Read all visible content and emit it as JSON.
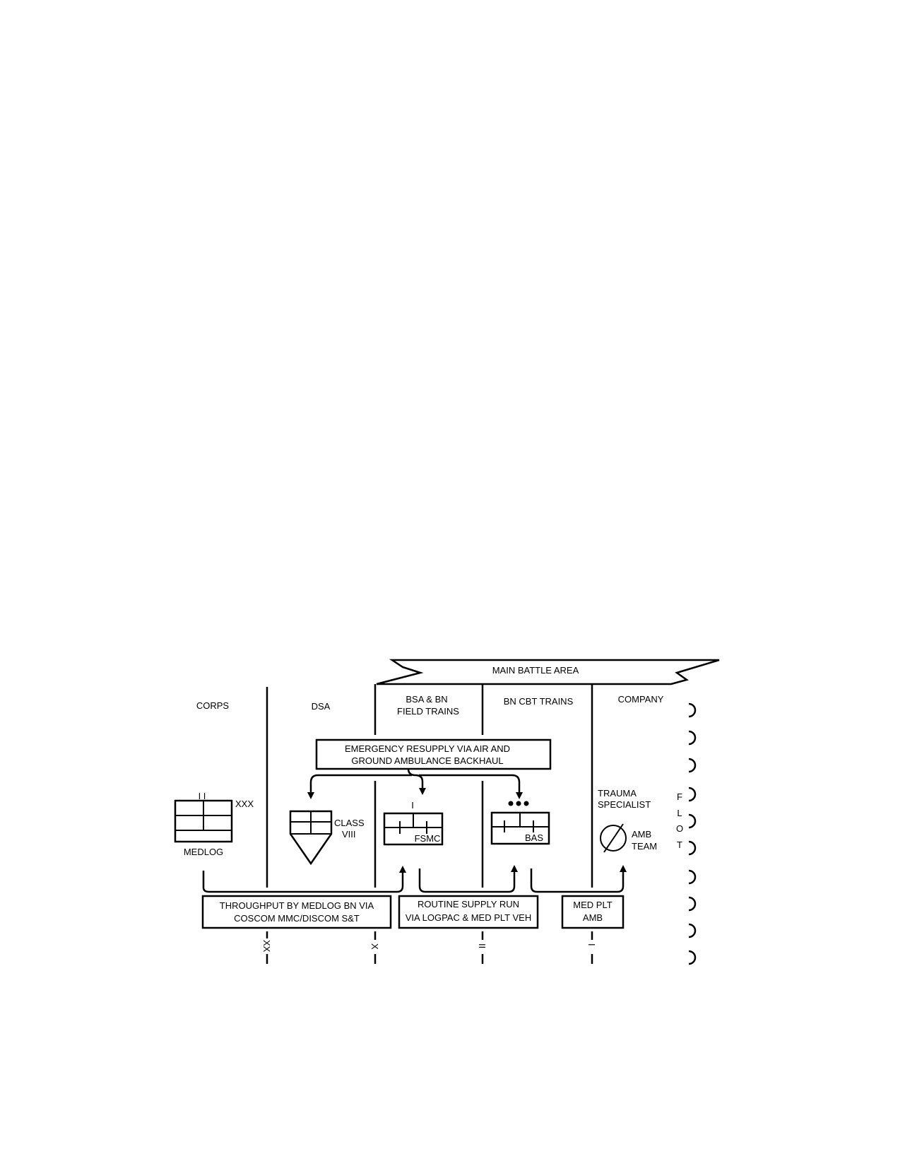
{
  "banner": {
    "label": "MAIN BATTLE AREA"
  },
  "zones": {
    "corps": "CORPS",
    "dsa": "DSA",
    "bsa_line1": "BSA & BN",
    "bsa_line2": "FIELD TRAINS",
    "bn_cbt": "BN CBT TRAINS",
    "company": "COMPANY"
  },
  "emergency": {
    "line1": "EMERGENCY RESUPPLY VIA AIR AND",
    "line2": "GROUND AMBULANCE BACKHAUL"
  },
  "units": {
    "medlog_size": "I I",
    "medlog_echelon": "XXX",
    "medlog_label": "MEDLOG",
    "class_line1": "CLASS",
    "class_line2": "VIII",
    "fsmc_size": "I",
    "fsmc_label": "FSMC",
    "bas_label": "BAS",
    "trauma_line1": "TRAUMA",
    "trauma_line2": "SPECIALIST",
    "amb_line1": "AMB",
    "amb_line2": "TEAM"
  },
  "bottom": {
    "throughput_line1": "THROUGHPUT BY MEDLOG BN VIA",
    "throughput_line2": "COSCOM MMC/DISCOM S&T",
    "routine_line1": "ROUTINE SUPPLY RUN",
    "routine_line2": "VIA LOGPAC & MED PLT VEH",
    "medplt_line1": "MED PLT",
    "medplt_line2": "AMB"
  },
  "boundaries": {
    "xx": "XX",
    "x": "X",
    "ii": "II",
    "i": "I"
  },
  "flot": {
    "f": "F",
    "l": "L",
    "o": "O",
    "t": "T"
  }
}
